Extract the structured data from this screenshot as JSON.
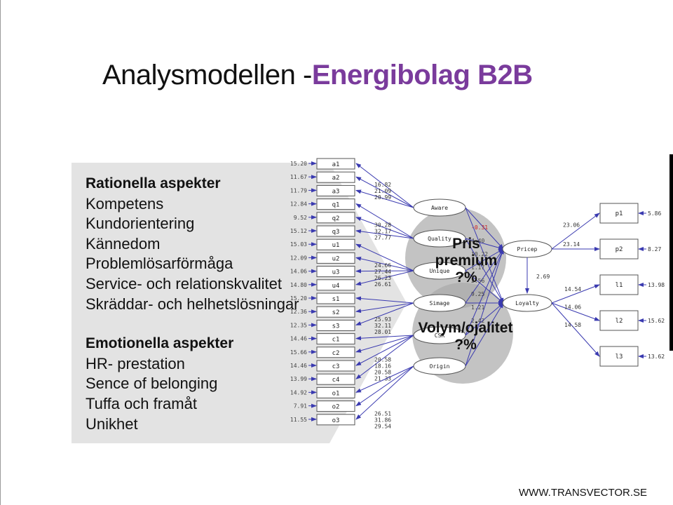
{
  "title": {
    "main": "Analysmodellen -",
    "accent": "Energibolag B2B"
  },
  "panel": {
    "rational_heading": "Rationella aspekter",
    "rational_items": [
      "Kompetens",
      "Kundorientering",
      "Kännedom",
      "Problemlösarförmåga",
      "Service- och relationskvalitet",
      "Skräddar- och helhetslösningar"
    ],
    "emotional_heading": "Emotionella aspekter",
    "emotional_items": [
      "HR- prestation",
      "Sence of belonging",
      "Tuffa och framåt",
      "Unikhet"
    ]
  },
  "indicators": [
    {
      "label": "a1",
      "err": "15.20"
    },
    {
      "label": "a2",
      "err": "11.67"
    },
    {
      "label": "a3",
      "err": "11.79"
    },
    {
      "label": "q1",
      "err": "12.84"
    },
    {
      "label": "q2",
      "err": "9.52"
    },
    {
      "label": "q3",
      "err": "15.12"
    },
    {
      "label": "u1",
      "err": "15.03"
    },
    {
      "label": "u2",
      "err": "12.09"
    },
    {
      "label": "u3",
      "err": "14.06"
    },
    {
      "label": "u4",
      "err": "14.80"
    },
    {
      "label": "s1",
      "err": "15.20"
    },
    {
      "label": "s2",
      "err": "12.36"
    },
    {
      "label": "s3",
      "err": "12.35"
    },
    {
      "label": "c1",
      "err": "14.46"
    },
    {
      "label": "c2",
      "err": "15.66"
    },
    {
      "label": "c3",
      "err": "14.46"
    },
    {
      "label": "c4",
      "err": "13.99"
    },
    {
      "label": "o1",
      "err": "14.92"
    },
    {
      "label": "o2",
      "err": "7.91"
    },
    {
      "label": "o3",
      "err": "11.55"
    }
  ],
  "loadings": [
    [
      "16.82",
      "21.09",
      "20.99"
    ],
    [
      "30.28",
      "32.17",
      "27.77"
    ],
    [
      "24.66",
      "27.44",
      "26.23",
      "26.61"
    ],
    [
      "25.93",
      "32.11",
      "28.01"
    ],
    [
      "20.58",
      "18.16",
      "20.58",
      "21.33"
    ],
    [
      "26.51",
      "31.86",
      "29.54"
    ]
  ],
  "latent_left": [
    "Aware",
    "Quality",
    "Unique",
    "Simage",
    "CSR",
    "Origin"
  ],
  "latent_right": [
    "Pricep",
    "Loyalty"
  ],
  "path_values": [
    "-0.31",
    "4.40",
    "10.22",
    "1.17",
    "2.56",
    "9.25",
    "1.21",
    "2.42"
  ],
  "right_loadings": [
    "23.06",
    "23.14",
    "14.54",
    "14.06",
    "14.58"
  ],
  "pricep_loyalty": "2.69",
  "outcomes": [
    {
      "label": "p1",
      "err": "5.86"
    },
    {
      "label": "p2",
      "err": "8.27"
    },
    {
      "label": "l1",
      "err": "13.98"
    },
    {
      "label": "l2",
      "err": "15.62"
    },
    {
      "label": "l3",
      "err": "13.62"
    }
  ],
  "bubbles": {
    "top": [
      "Pris",
      "premium",
      "?%"
    ],
    "bottom": [
      "Volym/ojalitet",
      "?%"
    ]
  },
  "footer": "WWW.TRANSVECTOR.SE",
  "colors": {
    "accent": "#7a3b9c",
    "panel": "#e3e3e3",
    "bubble": "#a9a9a9",
    "arrow": "#3a3ab0",
    "negative": "#d02020"
  }
}
